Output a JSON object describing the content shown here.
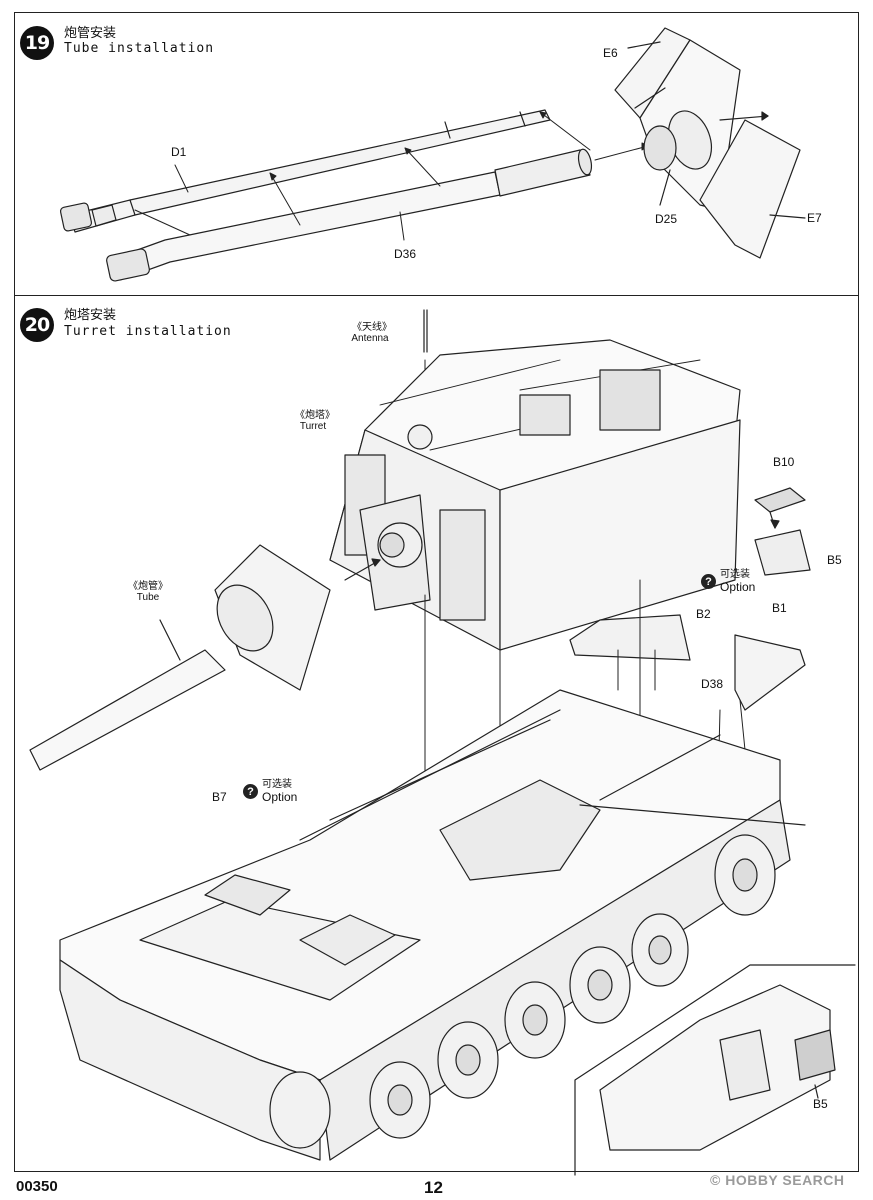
{
  "step19": {
    "number": "19",
    "title_cn": "炮管安装",
    "title_en": "Tube installation",
    "labels": {
      "d1": "D1",
      "d36": "D36",
      "e6": "E6",
      "d25": "D25",
      "e7": "E7"
    }
  },
  "step20": {
    "number": "20",
    "title_cn": "炮塔安装",
    "title_en": "Turret installation",
    "antenna": {
      "cn": "《天线》",
      "en": "Antenna"
    },
    "turret": {
      "cn": "《炮塔》",
      "en": "Turret"
    },
    "tube": {
      "cn": "《炮管》",
      "en": "Tube"
    },
    "labels": {
      "b10": "B10",
      "b5": "B5",
      "b2": "B2",
      "b1": "B1",
      "d38": "D38",
      "b7": "B7",
      "b5_inset": "B5"
    },
    "option1": {
      "icon": "?",
      "cn": "可选装",
      "en": "Option"
    },
    "option2": {
      "icon": "?",
      "cn": "可选装",
      "en": "Option"
    }
  },
  "footer": {
    "code": "00350",
    "page": "12",
    "watermark": "© HOBBY SEARCH"
  },
  "colors": {
    "ink": "#111111",
    "paper": "#ffffff",
    "watermark": "#9a9a9a"
  }
}
